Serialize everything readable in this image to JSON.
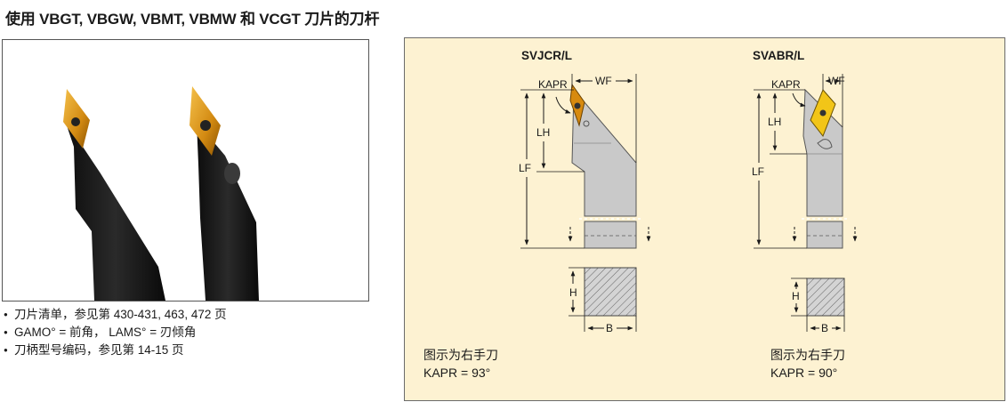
{
  "page_title": "使用 VBGT, VBGW, VBMT, VBMW 和 VCGT 刀片的刀杆",
  "bullets": [
    "刀片清单，参见第 430-431, 463, 472 页",
    "GAMO° = 前角， LAMS° = 刃倾角",
    "刀柄型号编码，参见第 14-15 页"
  ],
  "tools": [
    {
      "model": "SVJCR/L",
      "labels": {
        "kapr": "KAPR",
        "wf": "WF",
        "lh": "LH",
        "lf": "LF",
        "h": "H",
        "b": "B"
      },
      "caption_line1": "图示为右手刀",
      "caption_line2": "KAPR = 93°"
    },
    {
      "model": "SVABR/L",
      "labels": {
        "kapr": "KAPR",
        "wf": "WF",
        "lh": "LH",
        "lf": "LF",
        "h": "H",
        "b": "B"
      },
      "caption_line1": "图示为右手刀",
      "caption_line2": "KAPR = 90°"
    }
  ],
  "colors": {
    "panel_bg": "#fdf2d2",
    "insert_left": "#d78a0f",
    "insert_right": "#f2c518",
    "shank": "#c9c9c9"
  }
}
